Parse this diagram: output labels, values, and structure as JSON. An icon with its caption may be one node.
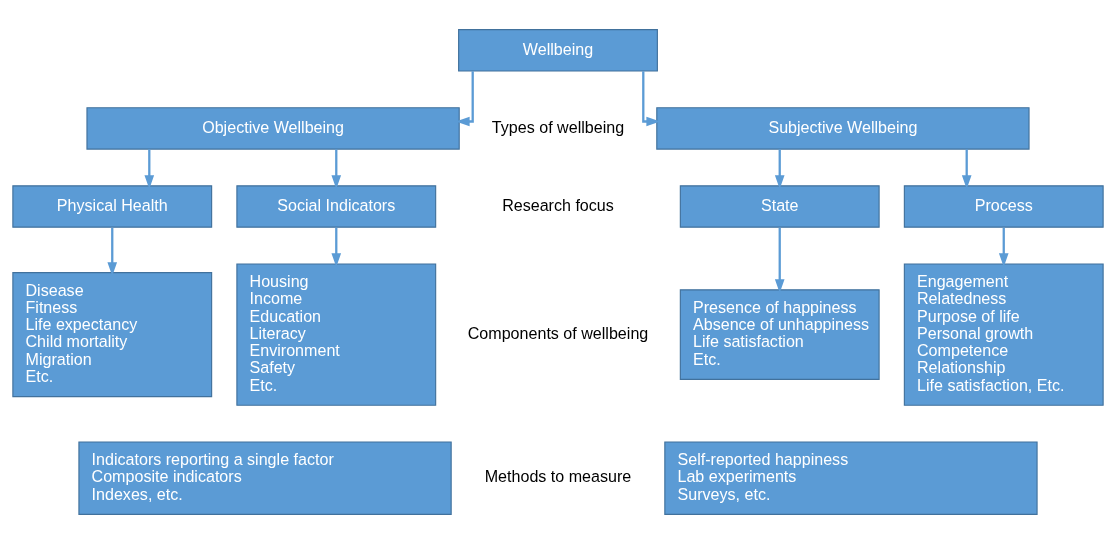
{
  "diagram": {
    "nodes": [
      {
        "text": [
          "Wellbeing"
        ]
      },
      {
        "text": [
          "Objective Wellbeing"
        ]
      },
      {
        "text": [
          "Subjective Wellbeing"
        ]
      },
      {
        "text": [
          "Physical Health"
        ]
      },
      {
        "text": [
          "Social Indicators"
        ]
      },
      {
        "text": [
          "State"
        ]
      },
      {
        "text": [
          "Process"
        ]
      },
      {
        "text": [
          "Disease",
          "Fitness",
          "Life expectancy",
          "Child mortality",
          "Migration",
          "Etc."
        ]
      },
      {
        "text": [
          "Housing",
          "Income",
          "Education",
          "Literacy",
          "Environment",
          "Safety",
          "Etc."
        ]
      },
      {
        "text": [
          "Presence of happiness",
          "Absence of unhappiness",
          "Life satisfaction",
          "Etc."
        ]
      },
      {
        "text": [
          "Engagement",
          "Relatedness",
          "Purpose of life",
          "Personal growth",
          "Competence",
          "Relationship",
          "Life satisfaction, Etc."
        ]
      },
      {
        "text": [
          "Indicators reporting a single factor",
          "Composite indicators",
          "Indexes, etc."
        ]
      },
      {
        "text": [
          "Self-reported happiness",
          "Lab experiments",
          "Surveys, etc."
        ]
      }
    ],
    "edges": [
      {
        "from": 0,
        "to": 1,
        "arrow": "to"
      },
      {
        "from": 0,
        "to": 2,
        "arrow": "to"
      },
      {
        "from": 1,
        "to": 3,
        "arrow": "to"
      },
      {
        "from": 1,
        "to": 4,
        "arrow": "to"
      },
      {
        "from": 2,
        "to": 5,
        "arrow": "to"
      },
      {
        "from": 2,
        "to": 6,
        "arrow": "to"
      },
      {
        "from": 3,
        "to": 7,
        "arrow": "to"
      },
      {
        "from": 4,
        "to": 8,
        "arrow": "to"
      },
      {
        "from": 5,
        "to": 9,
        "arrow": "to"
      },
      {
        "from": 6,
        "to": 10,
        "arrow": "to"
      }
    ],
    "labels": [
      "Types of wellbeing",
      "Research focus",
      "Components of wellbeing",
      "Methods to measure"
    ]
  }
}
